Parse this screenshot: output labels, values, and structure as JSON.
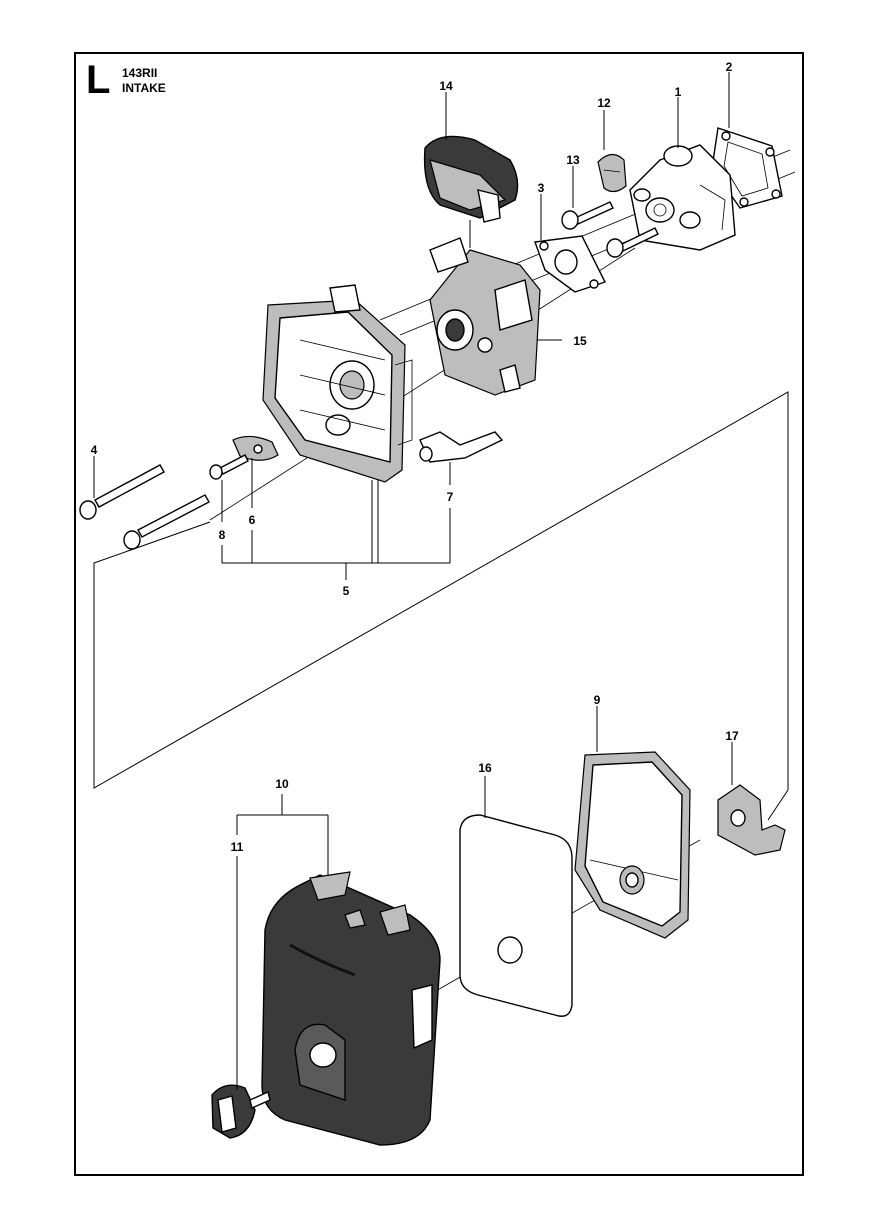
{
  "header": {
    "section_letter": "L",
    "model": "143RII",
    "section": "INTAKE"
  },
  "callouts": [
    {
      "id": "c1",
      "label": "1"
    },
    {
      "id": "c2",
      "label": "2"
    },
    {
      "id": "c3",
      "label": "3"
    },
    {
      "id": "c4",
      "label": "4"
    },
    {
      "id": "c5",
      "label": "5"
    },
    {
      "id": "c6",
      "label": "6"
    },
    {
      "id": "c7",
      "label": "7"
    },
    {
      "id": "c8",
      "label": "8"
    },
    {
      "id": "c9",
      "label": "9"
    },
    {
      "id": "c10",
      "label": "10"
    },
    {
      "id": "c11",
      "label": "11"
    },
    {
      "id": "c12",
      "label": "12"
    },
    {
      "id": "c13",
      "label": "13"
    },
    {
      "id": "c14",
      "label": "14"
    },
    {
      "id": "c15",
      "label": "15"
    },
    {
      "id": "c16",
      "label": "16"
    },
    {
      "id": "c17",
      "label": "17"
    }
  ]
}
